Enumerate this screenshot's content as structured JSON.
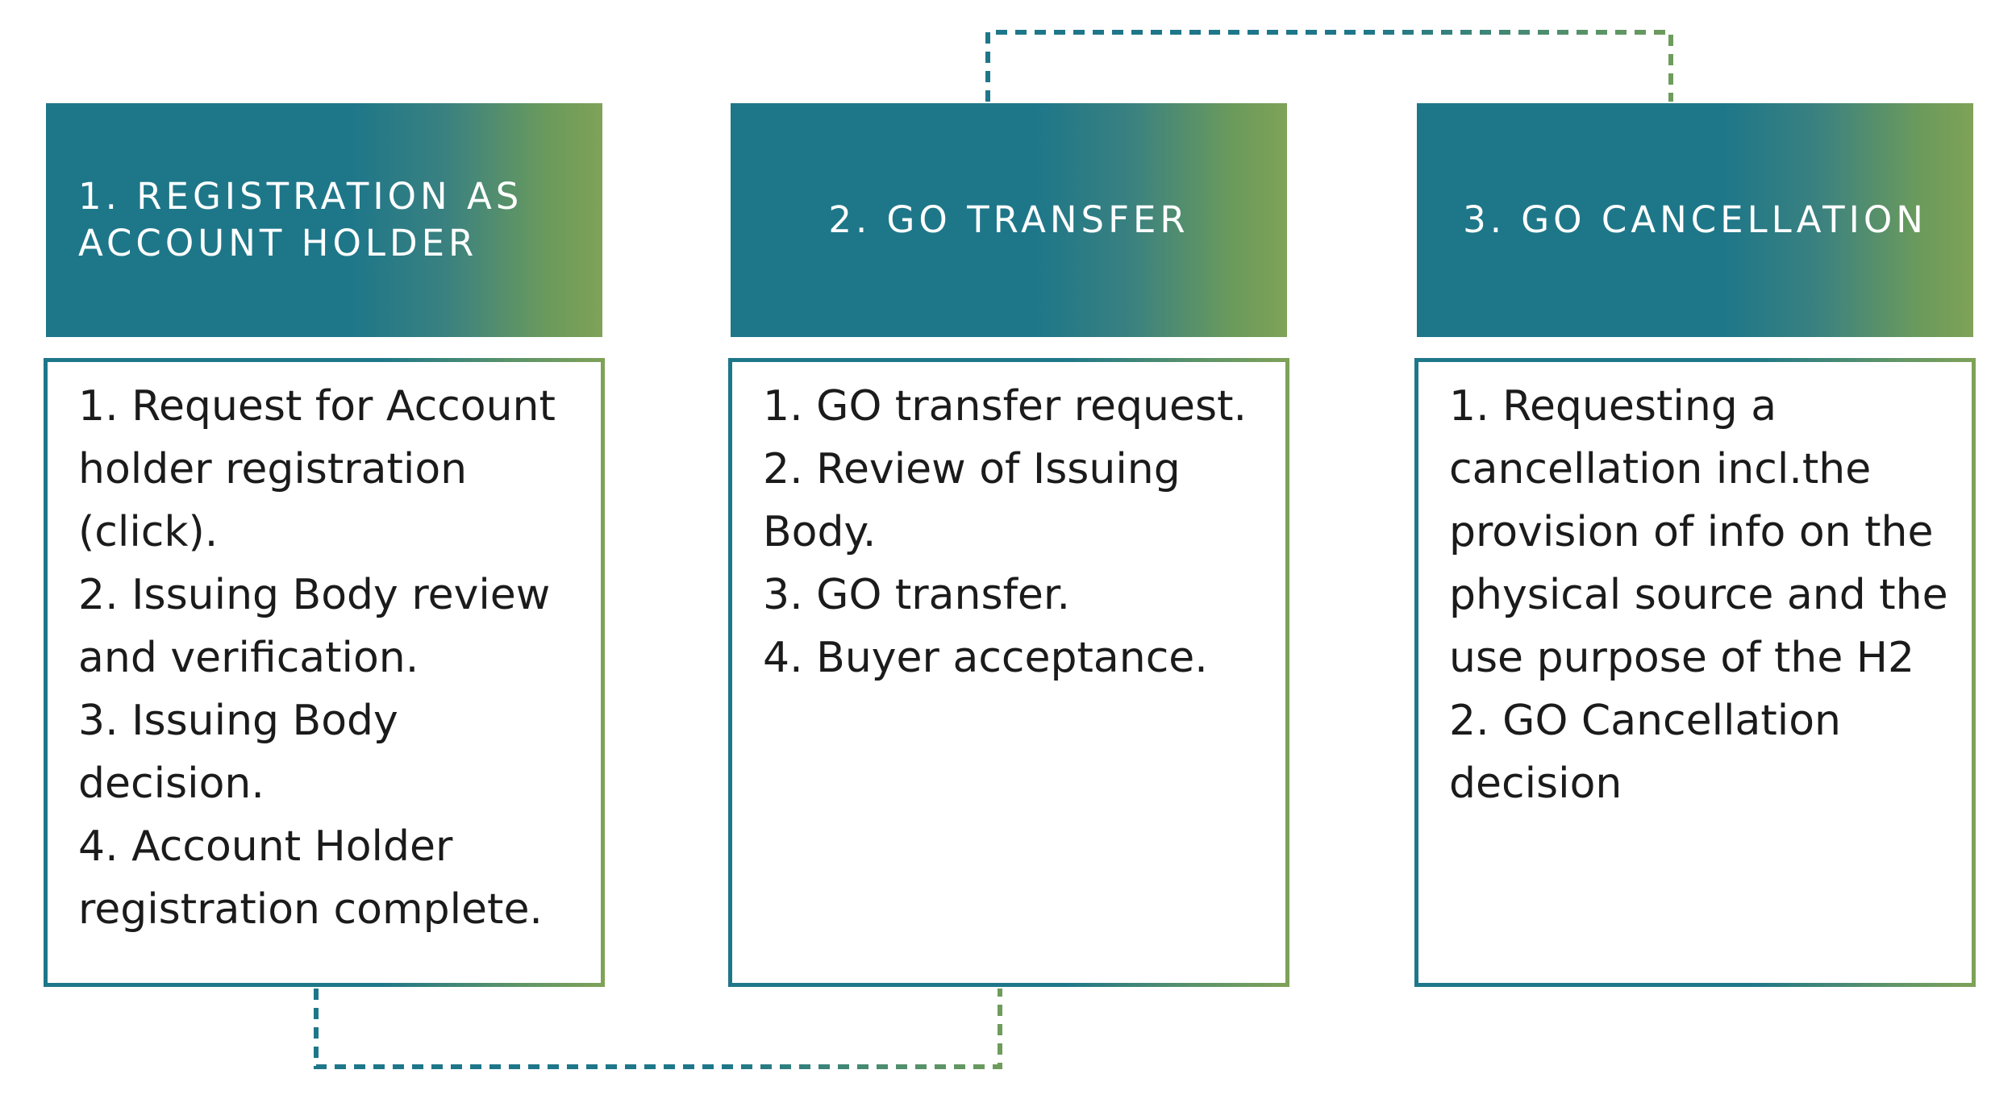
{
  "steps": [
    {
      "title": "1. REGISTRATION AS ACCOUNT HOLDER",
      "items": [
        "1. Request for Account holder registration (click).",
        "2. Issuing Body review and verification.",
        "3. Issuing Body decision.",
        "4. Account Holder registration complete."
      ]
    },
    {
      "title": "2. GO TRANSFER",
      "items": [
        "1. GO transfer request.",
        "2. Review of Issuing Body.",
        "3. GO transfer.",
        "4. Buyer acceptance."
      ]
    },
    {
      "title": "3. GO CANCELLATION",
      "items": [
        "1. Requesting a cancellation incl.the provision of info on the physical source and the use purpose of the H2",
        "2. GO Cancellation decision"
      ]
    }
  ],
  "colors": {
    "teal": "#1e7789",
    "green": "#7fa257",
    "text": "#1b1b1b"
  }
}
